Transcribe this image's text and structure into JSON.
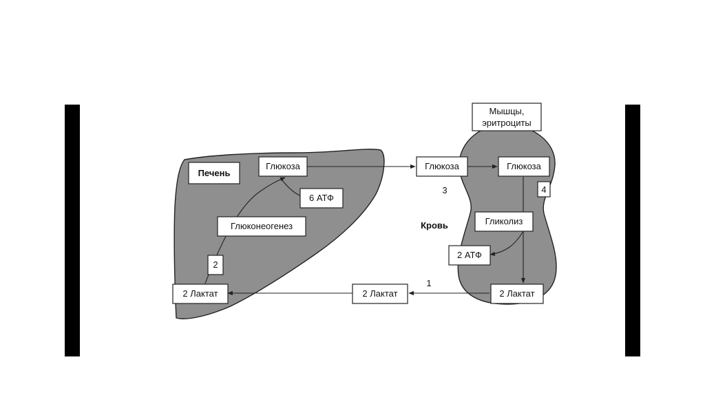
{
  "colors": {
    "organ_fill": "#8f8f8f",
    "bar": "#000000",
    "box_fill": "#ffffff"
  },
  "liver": {
    "title": "Печень",
    "glucose": "Глюкоза",
    "atp": "6 АТФ",
    "process": "Глюконеогенез",
    "step": "2",
    "lactate": "2 Лактат"
  },
  "blood": {
    "title": "Кровь",
    "glucose": "Глюкоза",
    "step_glucose": "3",
    "lactate": "2 Лактат",
    "step_lactate": "1"
  },
  "muscle": {
    "title_line1": "Мышцы,",
    "title_line2": "эритроциты",
    "glucose": "Глюкоза",
    "step": "4",
    "process": "Гликолиз",
    "atp": "2 АТФ",
    "lactate": "2 Лактат"
  }
}
